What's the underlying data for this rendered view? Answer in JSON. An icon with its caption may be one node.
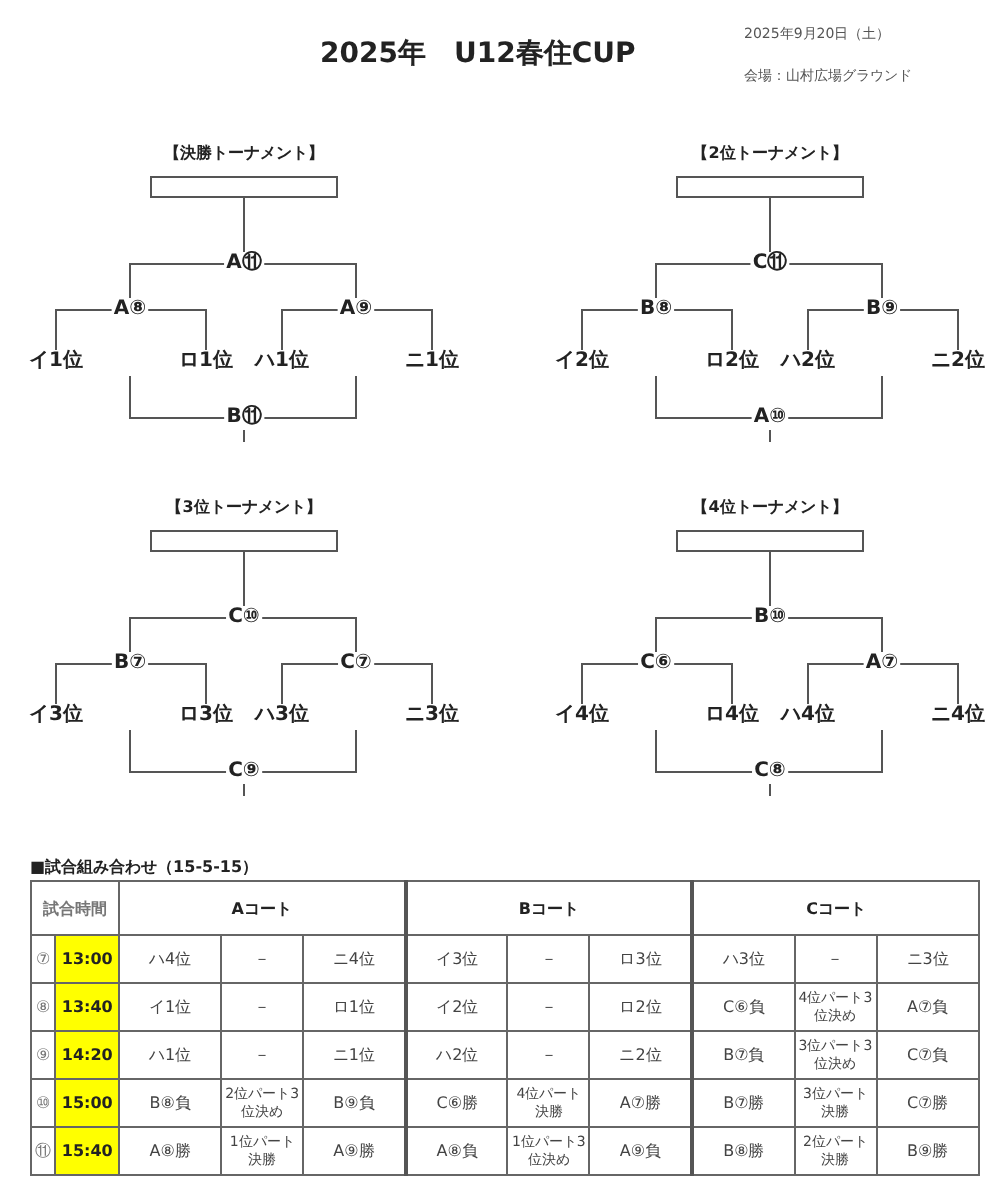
{
  "diagram": {
    "title": "2025年　U12春住CUP",
    "nodes": [
      {
        "text": [
          "【決勝トーナメント】"
        ]
      },
      {
        "text": [
          "A⑪"
        ]
      },
      {
        "text": [
          "A⑧"
        ]
      },
      {
        "text": [
          "A⑨"
        ]
      },
      {
        "text": [
          "イ1位"
        ]
      },
      {
        "text": [
          "ロ1位"
        ]
      },
      {
        "text": [
          "ハ1位"
        ]
      },
      {
        "text": [
          "ニ1位"
        ]
      },
      {
        "text": [
          "B⑪"
        ]
      },
      {
        "text": [
          "【2位トーナメント】"
        ]
      },
      {
        "text": [
          "C⑪"
        ]
      },
      {
        "text": [
          "B⑧"
        ]
      },
      {
        "text": [
          "B⑨"
        ]
      },
      {
        "text": [
          "イ2位"
        ]
      },
      {
        "text": [
          "ロ2位"
        ]
      },
      {
        "text": [
          "ハ2位"
        ]
      },
      {
        "text": [
          "ニ2位"
        ]
      },
      {
        "text": [
          "A⑩"
        ]
      },
      {
        "text": [
          "【3位トーナメント】"
        ]
      },
      {
        "text": [
          "C⑩"
        ]
      },
      {
        "text": [
          "B⑦"
        ]
      },
      {
        "text": [
          "C⑦"
        ]
      },
      {
        "text": [
          "イ3位"
        ]
      },
      {
        "text": [
          "ロ3位"
        ]
      },
      {
        "text": [
          "ハ3位"
        ]
      },
      {
        "text": [
          "ニ3位"
        ]
      },
      {
        "text": [
          "C⑨"
        ]
      },
      {
        "text": [
          "【4位トーナメント】"
        ]
      },
      {
        "text": [
          "B⑩"
        ]
      },
      {
        "text": [
          "C⑥"
        ]
      },
      {
        "text": [
          "A⑦"
        ]
      },
      {
        "text": [
          "イ4位"
        ]
      },
      {
        "text": [
          "ロ4位"
        ]
      },
      {
        "text": [
          "ハ4位"
        ]
      },
      {
        "text": [
          "ニ4位"
        ]
      },
      {
        "text": [
          "C⑧"
        ]
      }
    ],
    "edges": [
      {
        "from": 0,
        "to": 1,
        "arrow": "none"
      },
      {
        "from": 1,
        "to": 2,
        "arrow": "none"
      },
      {
        "from": 1,
        "to": 3,
        "arrow": "none"
      },
      {
        "from": 2,
        "to": 4,
        "arrow": "none"
      },
      {
        "from": 2,
        "to": 5,
        "arrow": "none"
      },
      {
        "from": 3,
        "to": 6,
        "arrow": "none"
      },
      {
        "from": 3,
        "to": 7,
        "arrow": "none"
      },
      {
        "from": null,
        "to": 8,
        "arrow": "none"
      },
      {
        "from": null,
        "to": 8,
        "arrow": "none"
      },
      {
        "from": 8,
        "to": null,
        "arrow": "none"
      },
      {
        "from": 9,
        "to": 10,
        "arrow": "none"
      },
      {
        "from": 10,
        "to": 11,
        "arrow": "none"
      },
      {
        "from": 10,
        "to": 12,
        "arrow": "none"
      },
      {
        "from": 11,
        "to": 13,
        "arrow": "none"
      },
      {
        "from": 11,
        "to": 14,
        "arrow": "none"
      },
      {
        "from": 12,
        "to": 15,
        "arrow": "none"
      },
      {
        "from": 12,
        "to": 16,
        "arrow": "none"
      },
      {
        "from": null,
        "to": 17,
        "arrow": "none"
      },
      {
        "from": null,
        "to": 17,
        "arrow": "none"
      },
      {
        "from": 17,
        "to": null,
        "arrow": "none"
      },
      {
        "from": 18,
        "to": 19,
        "arrow": "none"
      },
      {
        "from": 19,
        "to": 20,
        "arrow": "none"
      },
      {
        "from": 19,
        "to": 21,
        "arrow": "none"
      },
      {
        "from": 20,
        "to": 22,
        "arrow": "none"
      },
      {
        "from": 20,
        "to": 23,
        "arrow": "none"
      },
      {
        "from": 21,
        "to": 24,
        "arrow": "none"
      },
      {
        "from": 21,
        "to": 25,
        "arrow": "none"
      },
      {
        "from": null,
        "to": 26,
        "arrow": "none"
      },
      {
        "from": null,
        "to": 26,
        "arrow": "none"
      },
      {
        "from": 26,
        "to": null,
        "arrow": "none"
      },
      {
        "from": 27,
        "to": 28,
        "arrow": "none"
      },
      {
        "from": 28,
        "to": 29,
        "arrow": "none"
      },
      {
        "from": 28,
        "to": 30,
        "arrow": "none"
      },
      {
        "from": 29,
        "to": 31,
        "arrow": "none"
      },
      {
        "from": 29,
        "to": 32,
        "arrow": "none"
      },
      {
        "from": 30,
        "to": 33,
        "arrow": "none"
      },
      {
        "from": 30,
        "to": 34,
        "arrow": "none"
      },
      {
        "from": null,
        "to": 35,
        "arrow": "none"
      },
      {
        "from": null,
        "to": 35,
        "arrow": "none"
      },
      {
        "from": 35,
        "to": null,
        "arrow": "none"
      }
    ],
    "labels": [
      "2025年9月20日（土）",
      "会場：山村広場グラウンド",
      "■試合組み合わせ（15-5-15）",
      "試合時間",
      "Aコート",
      "Bコート",
      "Cコート",
      "⑦",
      "13:00",
      "ハ4位",
      "－",
      "ニ4位",
      "イ3位",
      "－",
      "ロ3位",
      "ハ3位",
      "－",
      "ニ3位",
      "⑧",
      "13:40",
      "イ1位",
      "－",
      "ロ1位",
      "イ2位",
      "－",
      "ロ2位",
      "C⑥負",
      "4位パート3位決め",
      "A⑦負",
      "⑨",
      "14:20",
      "ハ1位",
      "－",
      "ニ1位",
      "ハ2位",
      "－",
      "ニ2位",
      "B⑦負",
      "3位パート3位決め",
      "C⑦負",
      "⑩",
      "15:00",
      "B⑧負",
      "2位パート3位決め",
      "B⑨負",
      "C⑥勝",
      "4位パート決勝",
      "A⑦勝",
      "B⑦勝",
      "3位パート決勝",
      "C⑦勝",
      "⑪",
      "15:40",
      "A⑧勝",
      "1位パート決勝",
      "A⑨勝",
      "A⑧負",
      "1位パート3位決め",
      "A⑨負",
      "B⑧勝",
      "2位パート決勝",
      "B⑨勝"
    ]
  }
}
